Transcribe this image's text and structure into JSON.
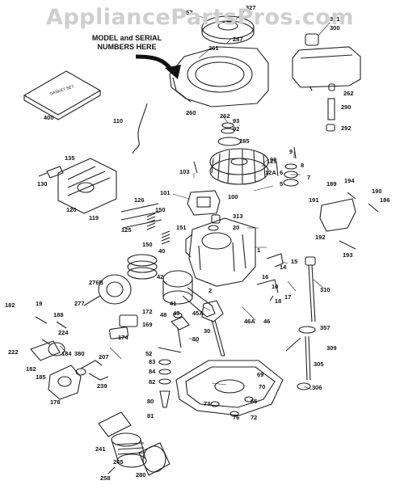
{
  "watermark": "AppliancePartsPros.com",
  "callout": {
    "line1": "MODEL and SERIAL",
    "line2": "NUMBERS HERE"
  },
  "gasket_set_label": "GASKET SET",
  "parts": [
    {
      "id": "p357a",
      "text": "357"
    },
    {
      "id": "p327",
      "text": "327"
    },
    {
      "id": "p301",
      "text": "301"
    },
    {
      "id": "p300",
      "text": "300"
    },
    {
      "id": "p287",
      "text": "287"
    },
    {
      "id": "p261",
      "text": "261"
    },
    {
      "id": "p260",
      "text": "260"
    },
    {
      "id": "p262a",
      "text": "262"
    },
    {
      "id": "p262b",
      "text": "262"
    },
    {
      "id": "p290",
      "text": "290"
    },
    {
      "id": "p292",
      "text": "292"
    },
    {
      "id": "p400",
      "text": "400"
    },
    {
      "id": "p110",
      "text": "110"
    },
    {
      "id": "p93",
      "text": "93"
    },
    {
      "id": "p92",
      "text": "92"
    },
    {
      "id": "p285",
      "text": "285"
    },
    {
      "id": "p90",
      "text": "90"
    },
    {
      "id": "p9",
      "text": "9"
    },
    {
      "id": "p125",
      "text": "125"
    },
    {
      "id": "p8",
      "text": "8"
    },
    {
      "id": "p12A",
      "text": "12A"
    },
    {
      "id": "p7",
      "text": "7"
    },
    {
      "id": "p6",
      "text": "6"
    },
    {
      "id": "p5",
      "text": "5"
    },
    {
      "id": "p135",
      "text": "135"
    },
    {
      "id": "p130",
      "text": "130"
    },
    {
      "id": "p120",
      "text": "120"
    },
    {
      "id": "p119",
      "text": "119"
    },
    {
      "id": "p103",
      "text": "103"
    },
    {
      "id": "p101",
      "text": "101"
    },
    {
      "id": "p100",
      "text": "100"
    },
    {
      "id": "p150a",
      "text": "150"
    },
    {
      "id": "p126",
      "text": "126"
    },
    {
      "id": "p313",
      "text": "313"
    },
    {
      "id": "p20",
      "text": "20"
    },
    {
      "id": "p151",
      "text": "151"
    },
    {
      "id": "p125b",
      "text": "125"
    },
    {
      "id": "p150b",
      "text": "150"
    },
    {
      "id": "p40",
      "text": "40"
    },
    {
      "id": "p1",
      "text": "1"
    },
    {
      "id": "p189",
      "text": "189"
    },
    {
      "id": "p194",
      "text": "194"
    },
    {
      "id": "p190",
      "text": "190"
    },
    {
      "id": "p186",
      "text": "186"
    },
    {
      "id": "p191",
      "text": "191"
    },
    {
      "id": "p192",
      "text": "192"
    },
    {
      "id": "p193",
      "text": "193"
    },
    {
      "id": "p15",
      "text": "15"
    },
    {
      "id": "p14",
      "text": "14"
    },
    {
      "id": "p42",
      "text": "42"
    },
    {
      "id": "p276B",
      "text": "276B"
    },
    {
      "id": "p277",
      "text": "277"
    },
    {
      "id": "p2",
      "text": "2"
    },
    {
      "id": "p41",
      "text": "41"
    },
    {
      "id": "p43",
      "text": "43"
    },
    {
      "id": "p45A",
      "text": "45A"
    },
    {
      "id": "p16",
      "text": "16"
    },
    {
      "id": "p10",
      "text": "10"
    },
    {
      "id": "p18",
      "text": "18"
    },
    {
      "id": "p17",
      "text": "17"
    },
    {
      "id": "p310",
      "text": "310"
    },
    {
      "id": "p182",
      "text": "182"
    },
    {
      "id": "p19",
      "text": "19"
    },
    {
      "id": "p188",
      "text": "188"
    },
    {
      "id": "p48",
      "text": "48"
    },
    {
      "id": "p172",
      "text": "172"
    },
    {
      "id": "p169",
      "text": "169"
    },
    {
      "id": "p30",
      "text": "30"
    },
    {
      "id": "p46A",
      "text": "46A"
    },
    {
      "id": "p46",
      "text": "46"
    },
    {
      "id": "p357b",
      "text": "357"
    },
    {
      "id": "p174",
      "text": "174"
    },
    {
      "id": "p224",
      "text": "224"
    },
    {
      "id": "p50",
      "text": "50"
    },
    {
      "id": "p222",
      "text": "222"
    },
    {
      "id": "p184",
      "text": "184"
    },
    {
      "id": "p380",
      "text": "380"
    },
    {
      "id": "p207",
      "text": "207"
    },
    {
      "id": "p52",
      "text": "52"
    },
    {
      "id": "p309",
      "text": "309"
    },
    {
      "id": "p182b",
      "text": "182"
    },
    {
      "id": "p185",
      "text": "185"
    },
    {
      "id": "p239",
      "text": "239"
    },
    {
      "id": "p83",
      "text": "83"
    },
    {
      "id": "p84",
      "text": "84"
    },
    {
      "id": "p69",
      "text": "69"
    },
    {
      "id": "p305",
      "text": "305"
    },
    {
      "id": "p178",
      "text": "178"
    },
    {
      "id": "p82",
      "text": "82"
    },
    {
      "id": "p70",
      "text": "70"
    },
    {
      "id": "p306",
      "text": "306"
    },
    {
      "id": "p80",
      "text": "80"
    },
    {
      "id": "p73",
      "text": "73"
    },
    {
      "id": "p65",
      "text": "65"
    },
    {
      "id": "p81",
      "text": "81"
    },
    {
      "id": "p76",
      "text": "76"
    },
    {
      "id": "p72",
      "text": "72"
    },
    {
      "id": "p241",
      "text": "241"
    },
    {
      "id": "p245",
      "text": "245"
    },
    {
      "id": "p280",
      "text": "280"
    },
    {
      "id": "p258",
      "text": "258"
    }
  ]
}
